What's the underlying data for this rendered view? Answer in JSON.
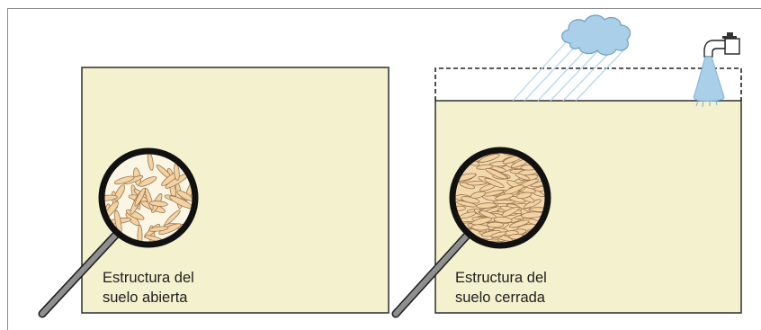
{
  "panels": [
    {
      "id": "open",
      "label_line1": "Estructura del",
      "label_line2": "suelo abierta"
    },
    {
      "id": "closed",
      "label_line1": "Estructura del",
      "label_line2": "suelo cerrada"
    }
  ],
  "colors": {
    "soil": "#f4f1cf",
    "border": "#3a3a3a",
    "cloud": "#a9cfe9",
    "water": "#a9cfe9",
    "rain": "#b7d7ec",
    "particle": "#f3d3a4",
    "particle_outline": "#9a7650",
    "lens_rim": "#111111",
    "handle": "#8c8c8c"
  },
  "icons": [
    "cloud-icon",
    "rain-icon",
    "faucet-icon",
    "water-stream-icon",
    "magnifier-icon"
  ]
}
